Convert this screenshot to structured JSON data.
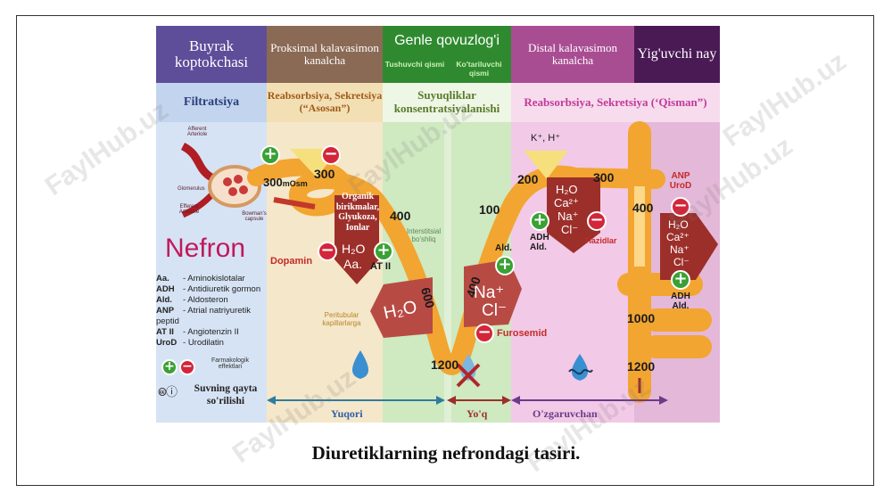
{
  "columns": [
    {
      "title": "Buyrak koptokchasi",
      "subtitle": "Filtratsiya"
    },
    {
      "title": "Proksimal kalavasimon kanalcha",
      "subtitle": "Reabsorbsiya, Sekretsiya (“Asosan”)"
    },
    {
      "title": "Genle qovuzlog'i",
      "subtitle": "Suyuqliklar konsentratsiyalanishi",
      "sub_left": "Tushuvchi qismi",
      "sub_right": "Ko'tariluvchi qismi"
    },
    {
      "title": "Distal kalavasimon kanalcha",
      "subtitle": "Reabsorbsiya, Sekretsiya (‘Qisman”)"
    },
    {
      "title": "Yig'uvchi nay"
    }
  ],
  "glomerulus_labels": {
    "afferent": "Afferent Arteriole",
    "glomerulus": "Glomerulus",
    "efferent": "Efferent Arteriole",
    "bowman": "Bowman's capsule"
  },
  "nefron_title": "Nefron",
  "legend": [
    {
      "abbr": "Aa.",
      "desc": "Aminokislotalar"
    },
    {
      "abbr": "ADH",
      "desc": "Antidiuretik gormon"
    },
    {
      "abbr": "Ald.",
      "desc": "Aldosteron"
    },
    {
      "abbr": "ANP",
      "desc": "Atrial natriyuretik peptid"
    },
    {
      "abbr": "AT II",
      "desc": "Angiotenzin II"
    },
    {
      "abbr": "UroD",
      "desc": "Urodilatin"
    }
  ],
  "legend_effects": "Farmakologik effektlari",
  "license": "Suvning qayta so'rilishi",
  "osmolarity": {
    "start": "300",
    "start_unit": "mOsm",
    "proximal": "300",
    "loop_desc": "400",
    "loop_mid": "600",
    "loop_bottom": "1200",
    "loop_asc_high": "400",
    "loop_asc_low": "100",
    "distal_a": "200",
    "distal_b": "300",
    "collect_a": "400",
    "collect_b": "1000",
    "collect_c": "1200"
  },
  "proximal_box": "Organik birikmalar, Glyukoza, Ionlar",
  "proximal_ions": [
    "H₂O",
    "Aa."
  ],
  "dopamine": "Dopamin",
  "at2": "AT II",
  "h2o_label": "H₂O",
  "peritubular": "Peritubular kapillarlarga",
  "interstitial": "Interstitsial bo'shliq",
  "nacl": [
    "Na⁺",
    "Cl⁻"
  ],
  "ald_label": "Ald.",
  "furosemid": "Furosemid",
  "kh": "K⁺, H⁺",
  "distal_ions": [
    "H₂O",
    "Ca²⁺",
    "Na⁺",
    "Cl⁻"
  ],
  "distal_hormones": "ADH Ald.",
  "tiazid": "Tiazidlar",
  "collect_ions": [
    "H₂O",
    "Ca²⁺",
    "Na⁺",
    "Cl⁻"
  ],
  "collect_neg": "ANP UroD",
  "collect_pos": "ADH Ald.",
  "water_scale": {
    "high": "Yuqori",
    "none": "Yo'q",
    "variable": "O'zgaruvchan"
  },
  "caption": "Diuretiklarning nefrondagi tasiri.",
  "watermark": "FaylHub.uz",
  "colors": {
    "col1": "#d6e3f4",
    "col2": "#f5e7c9",
    "col3": "#cfe9c1",
    "col4": "#f2c9e6",
    "col5": "#e4b8d8",
    "hdr1": "#5e4d99",
    "hdr2": "#8a6a55",
    "hdr3": "#2f8a2f",
    "hdr4": "#a94d93",
    "hdr5": "#4a1a55",
    "tube": "#f2a531",
    "arrow": "#9c2f2a"
  }
}
